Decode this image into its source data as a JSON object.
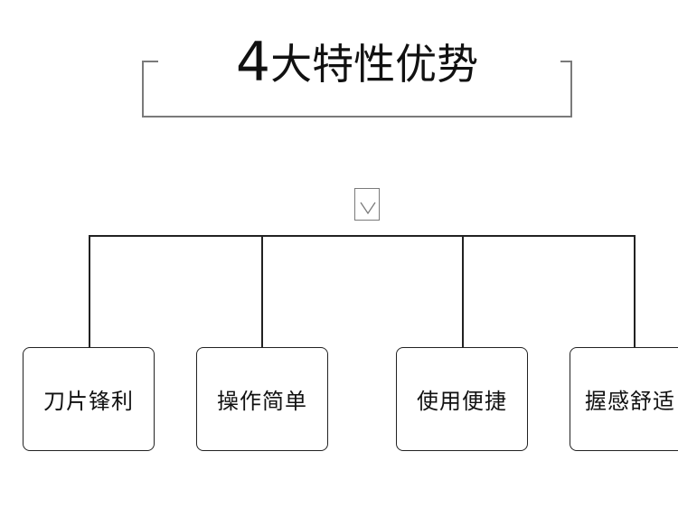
{
  "title": {
    "number": "4",
    "text": "大特性优势"
  },
  "features": [
    {
      "label": "刀片锋利"
    },
    {
      "label": "操作简单"
    },
    {
      "label": "使用便捷"
    },
    {
      "label": "握感舒适"
    }
  ],
  "colors": {
    "line": "#222222",
    "frame": "#7a7a7a",
    "text": "#111111",
    "background": "#ffffff"
  },
  "icons": {
    "expand": "chevron-down-icon"
  }
}
